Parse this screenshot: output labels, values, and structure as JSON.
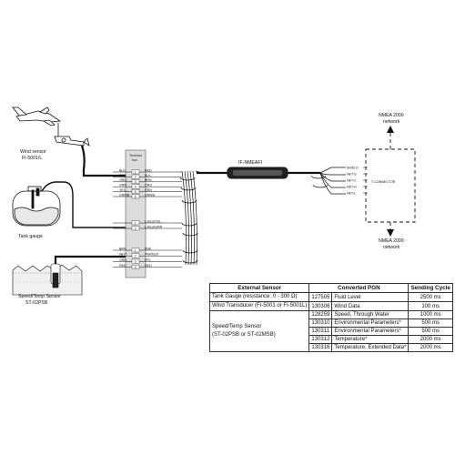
{
  "sensors": {
    "wind": {
      "line1": "Wind sensor",
      "line2": "FI-5001/L"
    },
    "tank": {
      "label": "Tank gauge"
    },
    "speed": {
      "line1": "Speed/Temp Sensor",
      "line2": "ST-02PSB"
    }
  },
  "terminal": {
    "header_line1": "Terminal",
    "header_line2": "box"
  },
  "groups": {
    "wind": {
      "left": [
        "BLK",
        "BRN",
        "ORG",
        "GRN",
        "YEL",
        "CRN/B"
      ],
      "right": [
        "RED",
        "BLK",
        "BRN",
        "ORG",
        "GRN",
        "CRN/S"
      ]
    },
    "tank": {
      "left": [
        "",
        ""
      ],
      "right": [
        "L-BLU/YEL",
        "L-BLU/GRN"
      ]
    },
    "speed": {
      "left": [
        "BRN",
        "WHT",
        "GRN",
        "RED"
      ],
      "right": [
        "PNK",
        "PNK/BLK",
        "PPL",
        "RED"
      ]
    }
  },
  "converter": {
    "label": "IF-NMEAFI"
  },
  "connector": {
    "pins": [
      "SHIELD",
      "NET-S",
      "NET-C",
      "NET-H",
      "NET-L"
    ],
    "label": "T-CONNECTOR"
  },
  "network": {
    "top": {
      "line1": "NMEA 2000",
      "line2": "network"
    },
    "bottom": {
      "line1": "NMEA 2000",
      "line2": "network"
    }
  },
  "table": {
    "headers": [
      "External Sensor",
      "Converted PGN",
      "Sending Cycle"
    ],
    "tank": {
      "sensor": "Tank Gauge (resistance: 0 - 300 Ω)",
      "pgn": "127505",
      "desc": "Fluid Level",
      "cycle": "2500 ms"
    },
    "wind": {
      "sensor": "Wind Transducer (FI-5001 or FI-5001L)",
      "pgn": "130306",
      "desc": "Wind Data",
      "cycle": "100 ms"
    },
    "speed": {
      "sensor_line1": "Speed/Temp Sensor",
      "sensor_line2": "(ST-02PSB or ST-02MSB)",
      "rows": [
        {
          "pgn": "128259",
          "desc": "Speed, Through Water",
          "cycle": "1000 ms"
        },
        {
          "pgn": "130310",
          "desc": "Environmental Parameters*",
          "cycle": "500 ms"
        },
        {
          "pgn": "130311",
          "desc": "Environmental Parameters*",
          "cycle": "500 ms"
        },
        {
          "pgn": "130312",
          "desc": "Temperature*",
          "cycle": "2000 ms"
        },
        {
          "pgn": "130316",
          "desc": "Temperature, Extended Data*",
          "cycle": "2000 ms"
        }
      ]
    }
  }
}
